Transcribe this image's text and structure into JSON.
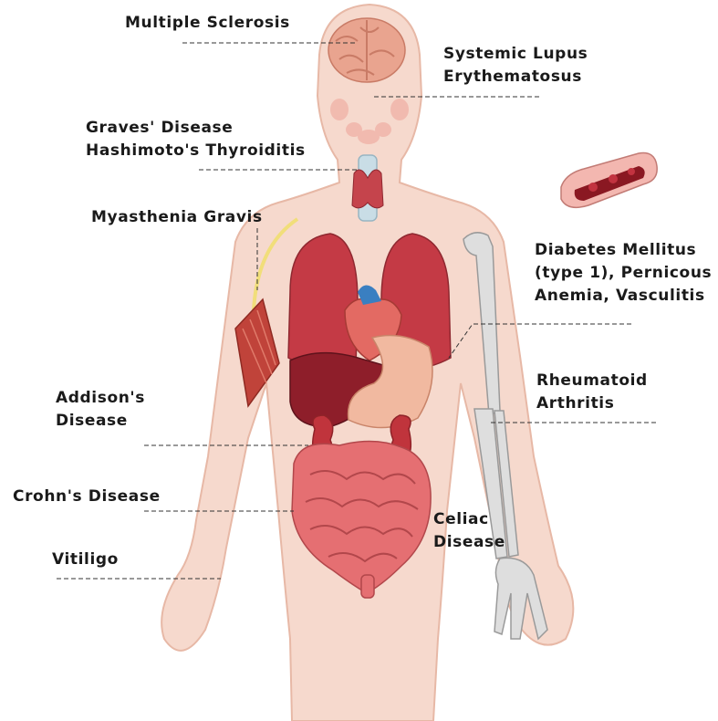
{
  "labels": {
    "multiple_sclerosis": "Multiple Sclerosis",
    "lupus_line1": "Systemic Lupus",
    "lupus_line2": "Erythematosus",
    "graves": "Graves' Disease",
    "hashimoto": "Hashimoto's Thyroiditis",
    "myasthenia": "Myasthenia Gravis",
    "diabetes_line1": "Diabetes Mellitus",
    "diabetes_line2": "(type 1), Pernicous",
    "diabetes_line3": "Anemia, Vasculitis",
    "rheumatoid_line1": "Rheumatoid",
    "rheumatoid_line2": "Arthritis",
    "addison_line1": "Addison's",
    "addison_line2": "Disease",
    "crohn": "Crohn's Disease",
    "celiac_line1": "Celiac",
    "celiac_line2": "Disease",
    "vitiligo": "Vitiligo"
  },
  "colors": {
    "skin": "#f6d9cd",
    "skin_outline": "#e7b8a6",
    "organ_red": "#b8323d",
    "lung_red": "#c43a45",
    "liver_dark": "#8e1e2a",
    "stomach": "#f1b9a0",
    "intestine": "#e56f72",
    "kidney": "#c0343c",
    "brain": "#e9a48f",
    "thyroid": "#c5444c",
    "heart_blue": "#3a7fc1",
    "bone": "#dedede",
    "nerve_yellow": "#f1de7a",
    "leader_line": "#333333",
    "text": "#1a1a1a"
  }
}
